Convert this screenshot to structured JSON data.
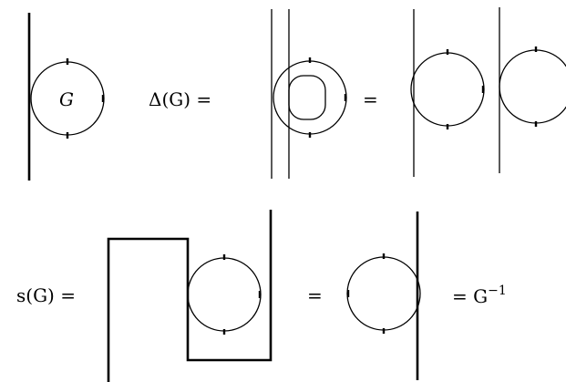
{
  "labels": {
    "g_inside": "G",
    "delta_lhs": "Δ(G) =",
    "eq1": "=",
    "s_lhs": "s(G) =",
    "eq2": "=",
    "g_inverse_prefix": "= G",
    "g_inverse_exponent": "−1"
  }
}
